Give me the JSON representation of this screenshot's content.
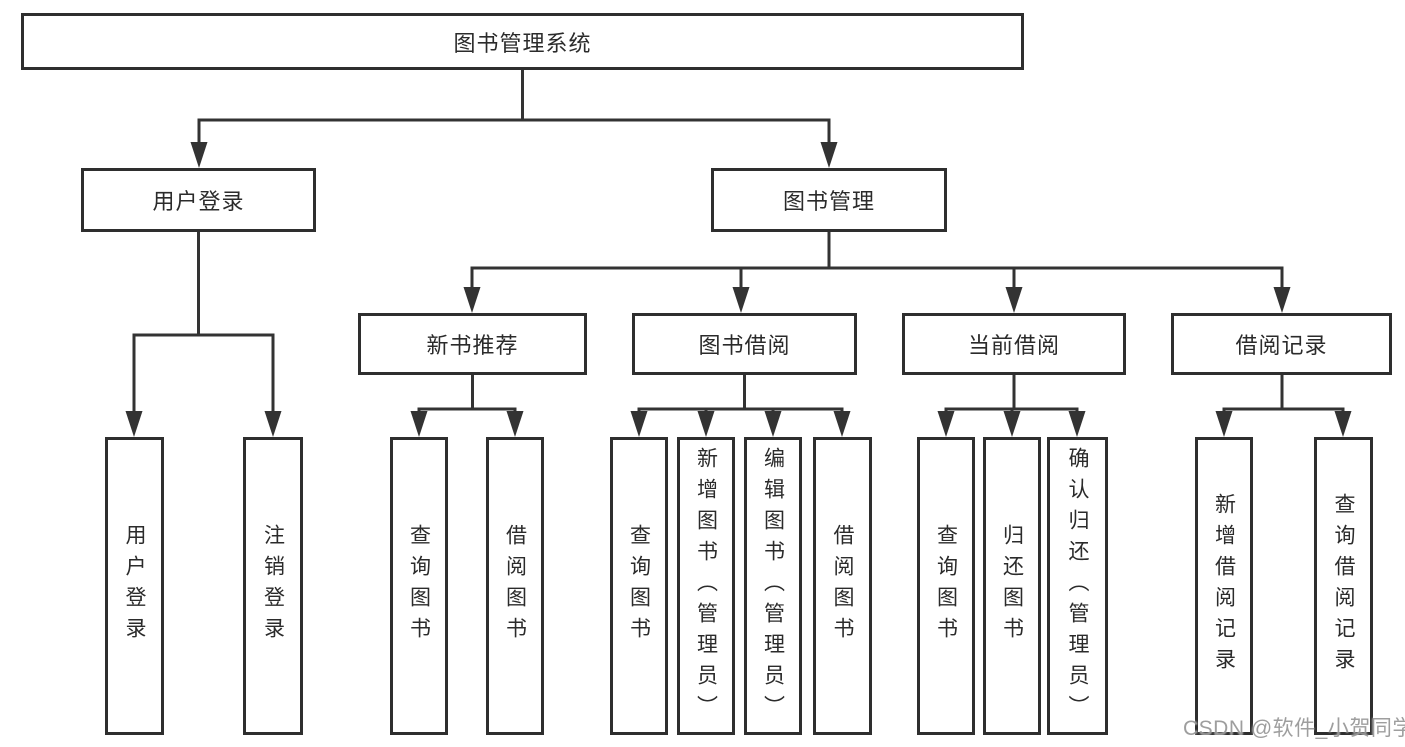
{
  "diagram": {
    "watermark": "CSDN @软件_小贺同学",
    "line_color": "#333333",
    "border_color": "#2e2e2e",
    "background_color": "#ffffff",
    "watermark_color": "#919191",
    "nodes": {
      "root": {
        "label": "图书管理系统"
      },
      "user_login": {
        "label": "用户登录"
      },
      "book_mgmt": {
        "label": "图书管理"
      },
      "new_book_rec": {
        "label": "新书推荐"
      },
      "book_borrow": {
        "label": "图书借阅"
      },
      "current_borrow": {
        "label": "当前借阅"
      },
      "borrow_record": {
        "label": "借阅记录"
      },
      "login": {
        "label": "用户登录"
      },
      "logout": {
        "label": "注销登录"
      },
      "rec_query_book": {
        "label": "查询图书"
      },
      "rec_borrow_book": {
        "label": "借阅图书"
      },
      "bb_query_book": {
        "label": "查询图书"
      },
      "bb_add_book": {
        "label": "新增图书（管理员）"
      },
      "bb_edit_book": {
        "label": "编辑图书（管理员）"
      },
      "bb_borrow_book": {
        "label": "借阅图书"
      },
      "cb_query_book": {
        "label": "查询图书"
      },
      "cb_return_book": {
        "label": "归还图书"
      },
      "cb_confirm_return": {
        "label": "确认归还（管理员）"
      },
      "br_add_record": {
        "label": "新增借阅记录"
      },
      "br_query_record": {
        "label": "查询借阅记录"
      }
    }
  }
}
